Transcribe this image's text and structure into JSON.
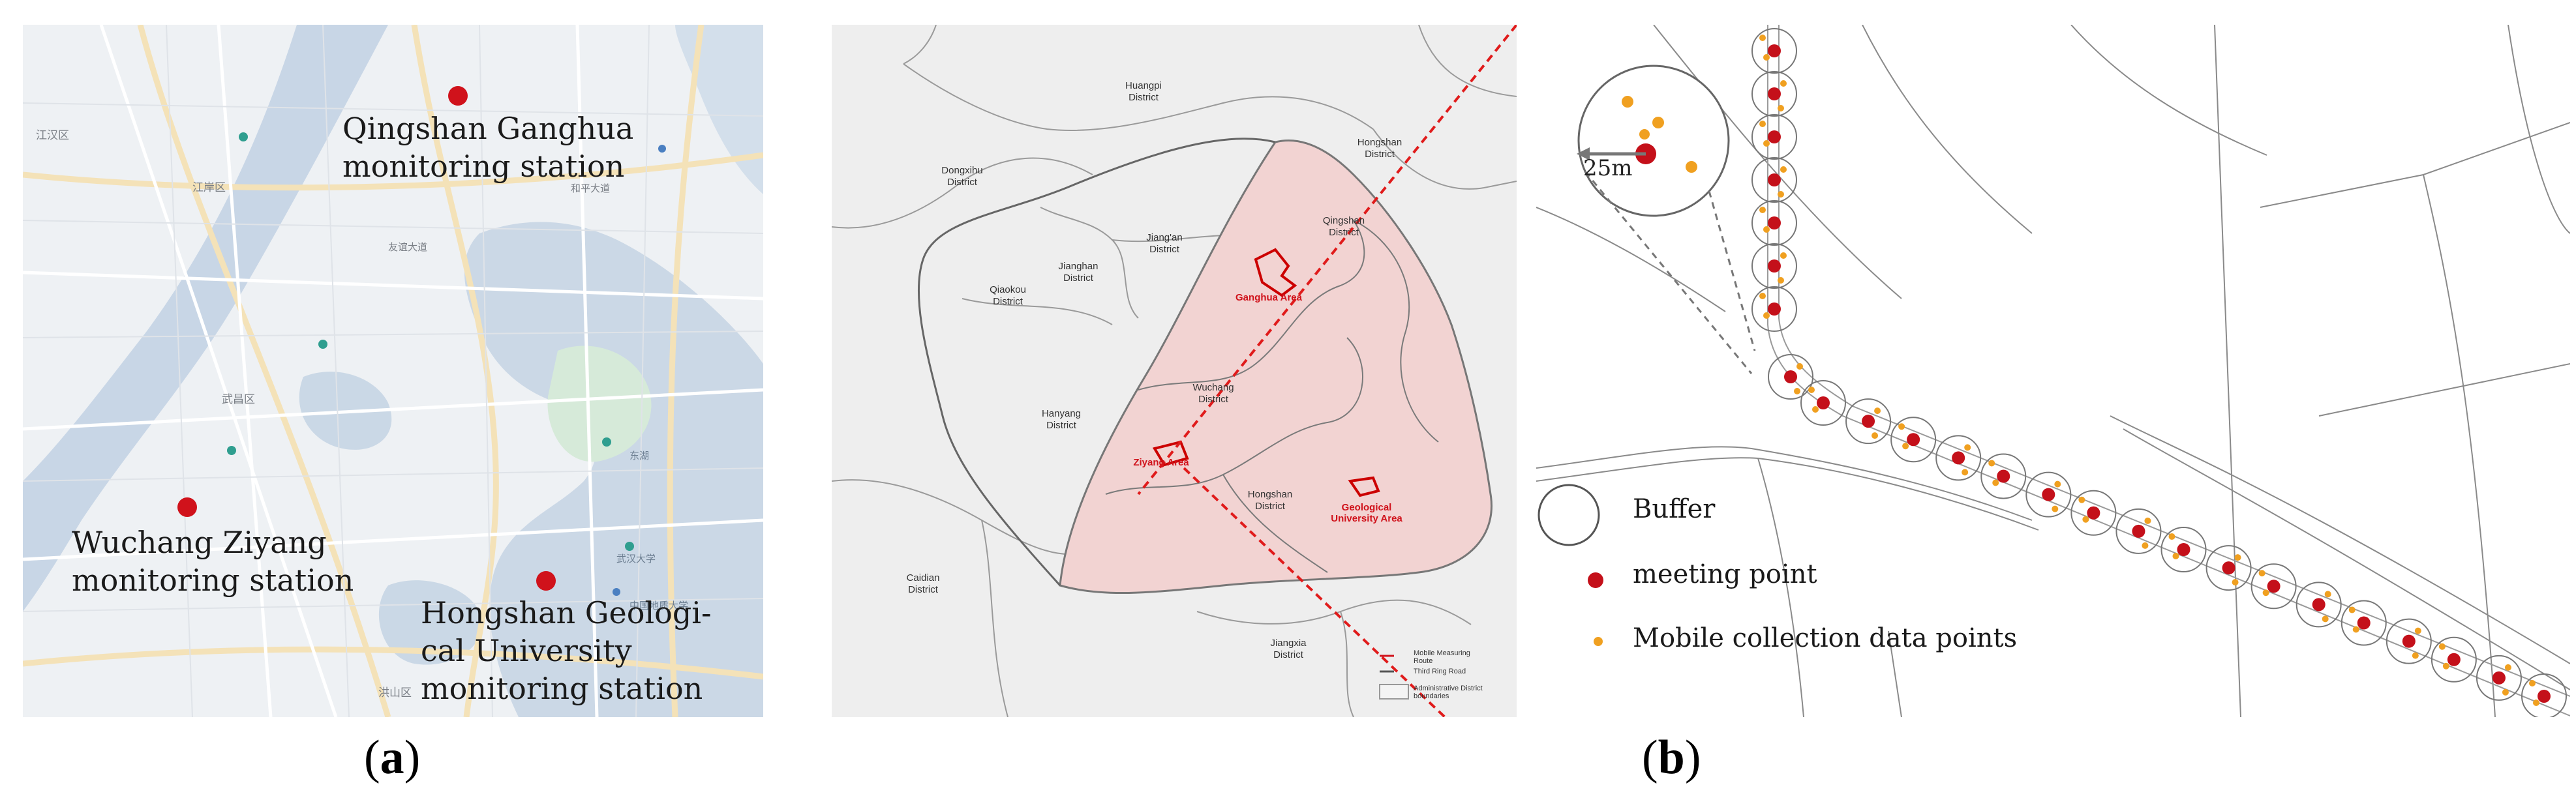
{
  "figure": {
    "caption_a": "a",
    "caption_b": "b"
  },
  "panel_a_stations": [
    {
      "label": "Qingshan Ganghua\nmonitoring station",
      "marker_color": "#d0121b"
    },
    {
      "label": "Wuchang Ziyang\nmonitoring station",
      "marker_color": "#d0121b"
    },
    {
      "label": "Hongshan Geologi-\ncal University\nmonitoring station",
      "marker_color": "#d0121b"
    }
  ],
  "panel_a_map_labels": [
    "江汉区",
    "江岸区",
    "武昌区",
    "洪山区",
    "武汉大学",
    "中国地质大学",
    "东湖",
    "和平大道",
    "友谊大道"
  ],
  "panel_middle": {
    "districts": {
      "huangpi": "Huangpi\nDistrict",
      "dongxihu": "Dongxihu\nDistrict",
      "hongshan_ne": "Hongshan\nDistrict",
      "qingshan": "Qingshan\nDistrict",
      "jiangan": "Jiang'an\nDistrict",
      "jianghan": "Jianghan\nDistrict",
      "qiaokou": "Qiaokou\nDistrict",
      "wuchang": "Wuchang\nDistrict",
      "hanyang": "Hanyang\nDistrict",
      "hongshan": "Hongshan\nDistrict",
      "caidian": "Caidian\nDistrict",
      "jiangxia": "Jiangxia\nDistrict"
    },
    "areas": {
      "ganghua": "Ganghua Area",
      "ziyang": "Ziyang Area",
      "geological": "Geological\nUniversity Area"
    },
    "legend": [
      {
        "label": "Mobile Measuring\nRoute",
        "color": "#d0121b"
      },
      {
        "label": "Third Ring Road",
        "color": "#555555"
      },
      {
        "label": "Administrative District\nboundaries",
        "color": "#999999"
      }
    ],
    "colors": {
      "third_ring_fill": "#f2d3d2",
      "route": "#e01b1b"
    }
  },
  "panel_b": {
    "inset_distance": "25m",
    "legend": [
      {
        "label": "Buffer",
        "symbol": "circle-outline"
      },
      {
        "label": "meeting point",
        "symbol": "red-dot",
        "color": "#c4101a"
      },
      {
        "label": "Mobile collection data points",
        "symbol": "orange-dot",
        "color": "#f0a020"
      }
    ]
  }
}
